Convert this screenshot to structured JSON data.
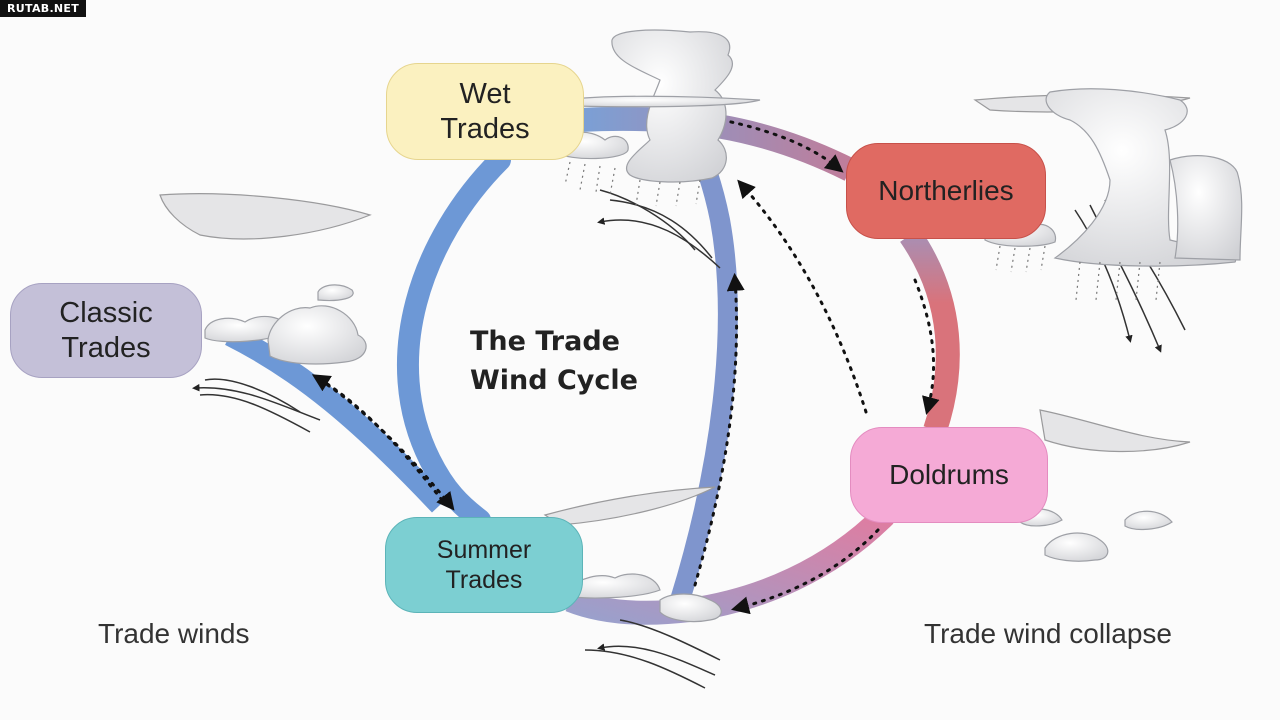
{
  "watermark": "RUTAB.NET",
  "title": {
    "line1": "The Trade",
    "line2": "Wind Cycle"
  },
  "nodes": {
    "wet_trades": {
      "line1": "Wet",
      "line2": "Trades",
      "color": "#fbf1c0"
    },
    "northerlies": {
      "line1": "Northerlies",
      "color": "#e06a62"
    },
    "doldrums": {
      "line1": "Doldrums",
      "color": "#f5aad6"
    },
    "summer_trades": {
      "line1": "Summer",
      "line2": "Trades",
      "color": "#7ccfd2"
    },
    "classic_trades": {
      "line1": "Classic",
      "line2": "Trades",
      "color": "#c4c0d8"
    }
  },
  "captions": {
    "left": "Trade winds",
    "right": "Trade wind collapse"
  },
  "colors": {
    "blue_path": "#6d98d6",
    "red_path": "#d9737b",
    "pink_path": "#c77fa8",
    "cloud": "#e8e8ea"
  },
  "icons": [
    "cloud-icon",
    "rain-icon",
    "wind-streak-icon",
    "dotted-arrow-icon"
  ]
}
